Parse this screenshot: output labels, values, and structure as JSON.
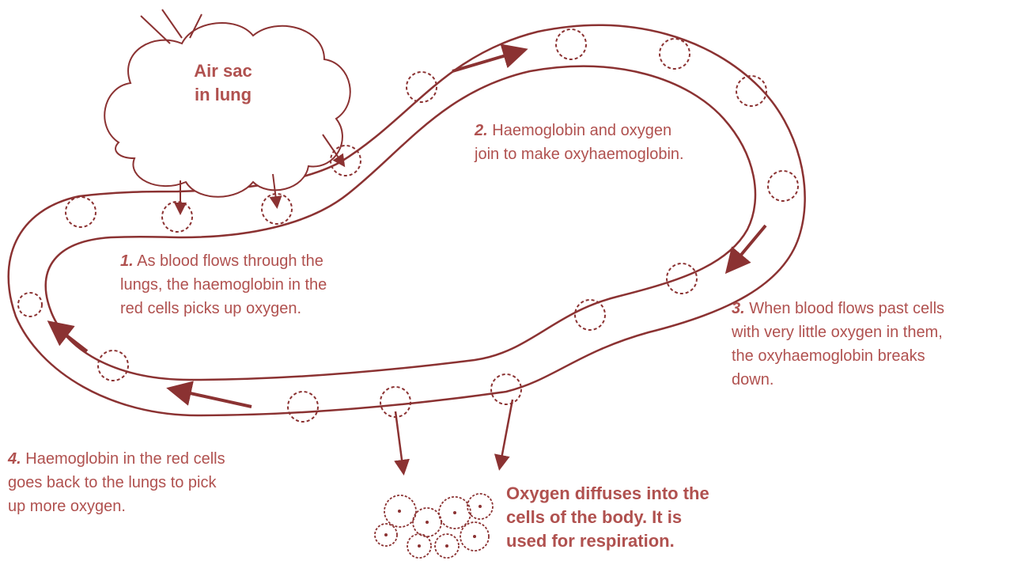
{
  "colors": {
    "ink": "#8b3232",
    "text": "#b0514f"
  },
  "air_sac": {
    "label_lines": [
      "Air sac",
      "in lung"
    ]
  },
  "steps": [
    {
      "number": "1.",
      "lines": [
        "As blood flows through the",
        "lungs, the haemoglobin in the",
        "red cells picks up oxygen."
      ]
    },
    {
      "number": "2.",
      "lines": [
        "Haemoglobin and oxygen",
        "join to make oxyhaemoglobin."
      ]
    },
    {
      "number": "3.",
      "lines": [
        "When blood flows past cells",
        "with very little oxygen in them,",
        "the oxyhaemoglobin breaks",
        "down."
      ]
    },
    {
      "number": "4.",
      "lines": [
        "Haemoglobin in the red cells",
        "goes back to the lungs to pick",
        "up more oxygen."
      ]
    }
  ],
  "outcome": {
    "lines": [
      "Oxygen diffuses into the",
      "cells of the body. It is",
      "used for respiration."
    ]
  },
  "icons": {
    "red_blood_cell": "red-blood-cell-icon",
    "flow_arrow": "flow-arrow-icon",
    "oxygen_arrow": "oxygen-arrow-icon",
    "body_cells": "body-cells-icon"
  }
}
